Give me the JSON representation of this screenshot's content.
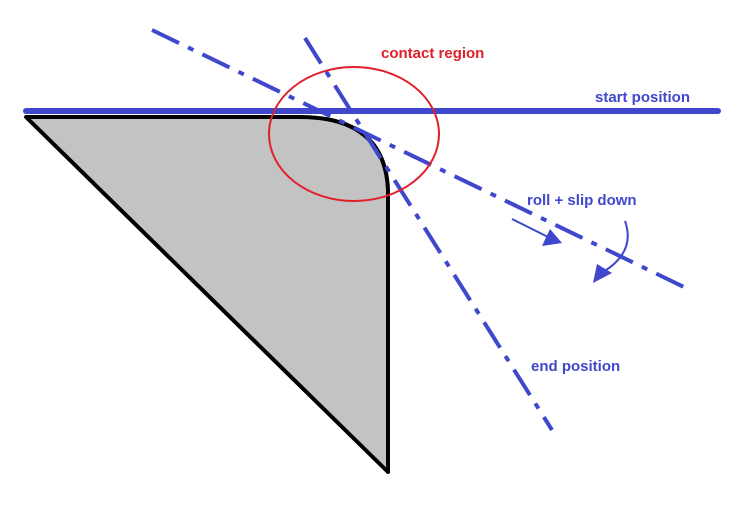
{
  "labels": {
    "contact_region": "contact region",
    "start_position": "start position",
    "roll_slip": "roll + slip down",
    "end_position": "end position"
  },
  "colors": {
    "blue": "#3f48cc",
    "red": "#e0202a",
    "shape_fill": "#c3c3c3",
    "outline": "#000000"
  }
}
